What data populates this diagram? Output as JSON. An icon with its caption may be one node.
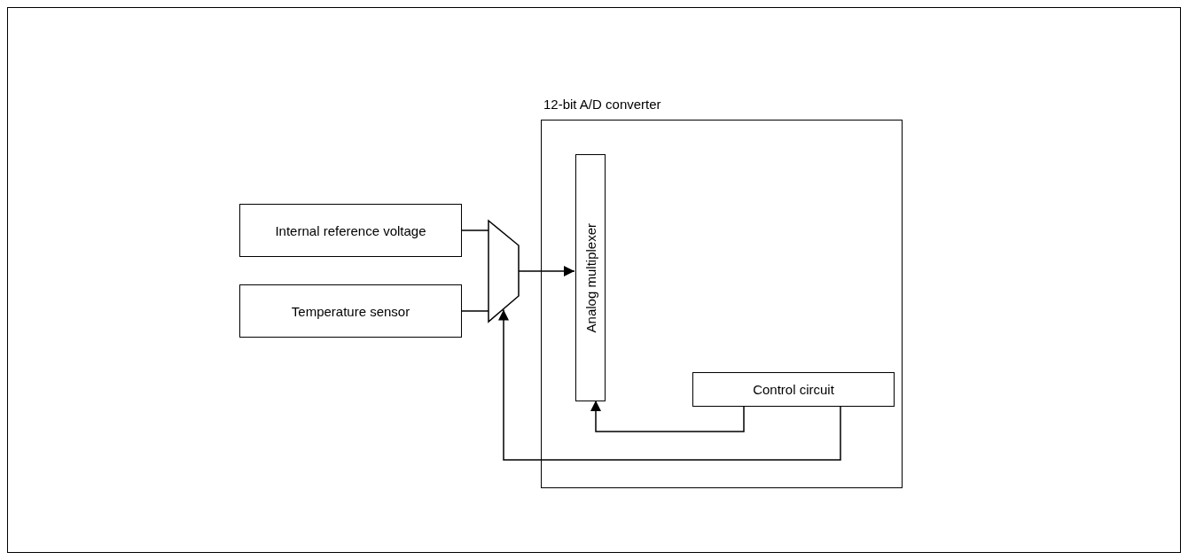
{
  "diagram": {
    "nodes": [
      {
        "text": [
          "12-bit A/D converter"
        ]
      },
      {
        "text": [
          "Internal reference voltage"
        ]
      },
      {
        "text": [
          "Temperature sensor"
        ]
      },
      {
        "text": [],
        "shape": "trapezoid"
      },
      {
        "text": [
          "Analog multiplexer"
        ],
        "in": 0
      },
      {
        "text": [
          "Control circuit"
        ],
        "in": 0
      }
    ],
    "edges": [
      {
        "from": 1,
        "to": 3,
        "arrow": "none"
      },
      {
        "from": 2,
        "to": 3,
        "arrow": "none"
      },
      {
        "from": 3,
        "to": 4,
        "arrow": "to"
      },
      {
        "from": 5,
        "to": 4,
        "arrow": "to"
      },
      {
        "from": 5,
        "to": 3,
        "arrow": "to"
      }
    ]
  }
}
